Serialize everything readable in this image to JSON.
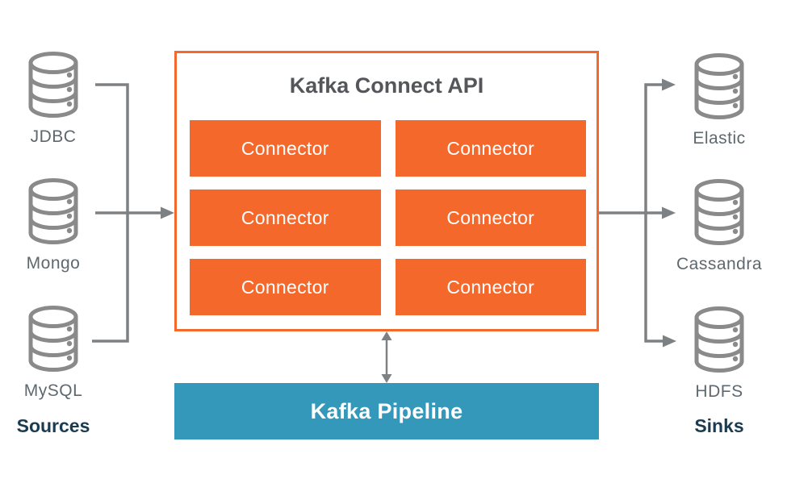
{
  "colors": {
    "orange": "#F4682B",
    "blue": "#3498BB",
    "icon-gray": "#8A8A8A",
    "arrow-gray": "#7E8183",
    "title-gray": "#55565A",
    "label-gray": "#5E686F",
    "heading-dark": "#1B3B50"
  },
  "sources": {
    "heading": "Sources",
    "nodes": [
      {
        "label": "JDBC",
        "icon": "database-icon"
      },
      {
        "label": "Mongo",
        "icon": "database-icon"
      },
      {
        "label": "MySQL",
        "icon": "database-icon"
      }
    ]
  },
  "sinks": {
    "heading": "Sinks",
    "nodes": [
      {
        "label": "Elastic",
        "icon": "database-icon"
      },
      {
        "label": "Cassandra",
        "icon": "database-icon"
      },
      {
        "label": "HDFS",
        "icon": "database-icon"
      }
    ]
  },
  "connect_api": {
    "title": "Kafka Connect API",
    "connectors": [
      "Connector",
      "Connector",
      "Connector",
      "Connector",
      "Connector",
      "Connector"
    ]
  },
  "pipeline": {
    "label": "Kafka Pipeline"
  }
}
